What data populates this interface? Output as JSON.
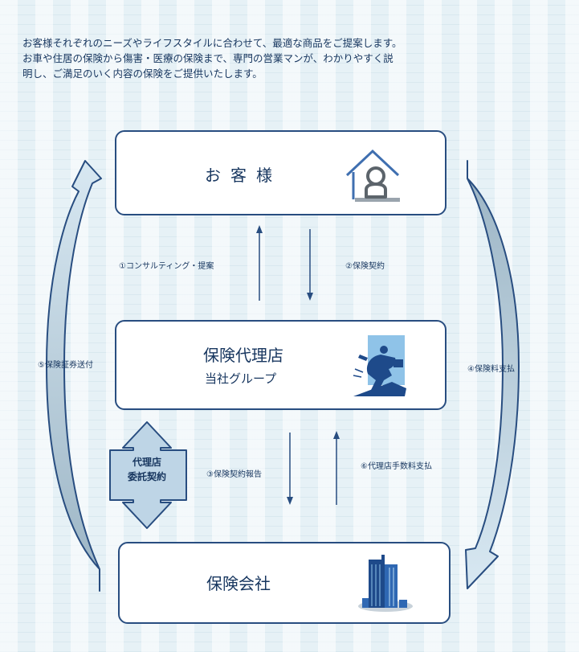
{
  "intro": {
    "lines": [
      "お客様それぞれのニーズやライフスタイルに合わせて、最適な商品をご提案します。",
      "お車や住居の保険から傷害・医療の保険まで、専門の営業マンが、わかりやすく説",
      "明し、ご満足のいく内容の保険をご提供いたします。"
    ]
  },
  "nodes": {
    "customer": {
      "title": "お客様",
      "icon": "house-person-icon"
    },
    "agency": {
      "title": "保険代理店",
      "subtitle": "当社グループ",
      "icon": "businessman-running-icon"
    },
    "company": {
      "title": "保険会社",
      "icon": "office-building-icon"
    }
  },
  "edges": {
    "consulting": "①コンサルティング・提案",
    "contract": "②保険契約",
    "contract_report": "③保険契約報告",
    "premium_payment": "④保険料支払",
    "certificate_delivery": "⑤保険証券送付",
    "commission_payment": "⑥代理店手数料支払"
  },
  "agency_contract": {
    "line1": "代理店",
    "line2": "委託契約"
  },
  "colors": {
    "text": "#17365f",
    "border": "#284d80",
    "arrow_fill": "#bed5e6",
    "arrow_dark": "#9bb4c4",
    "background": "#e6f1f6"
  }
}
